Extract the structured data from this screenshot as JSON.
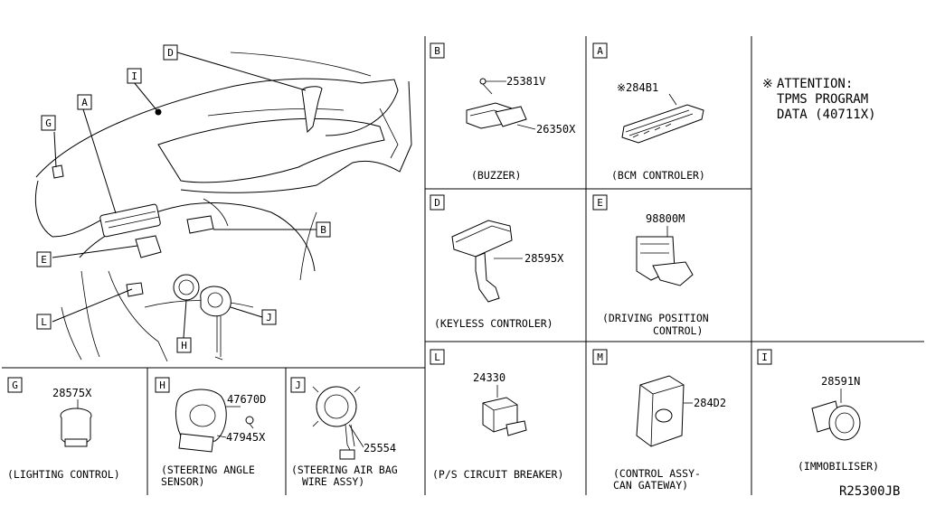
{
  "diagram_code": "R25300JB",
  "attention": {
    "mark": "※",
    "line1": "ATTENTION:",
    "line2": "TPMS PROGRAM",
    "line3": "DATA (40711X)"
  },
  "overview_labels": {
    "D": "D",
    "I": "I",
    "G": "G",
    "A": "A",
    "B": "B",
    "E": "E",
    "L": "L",
    "H": "H",
    "J": "J"
  },
  "panels": {
    "B": {
      "letter": "B",
      "parts": [
        "25381V",
        "26350X"
      ],
      "caption": "(BUZZER)"
    },
    "A": {
      "letter": "A",
      "parts": [
        "※284B1"
      ],
      "caption": "(BCM CONTROLER)"
    },
    "D": {
      "letter": "D",
      "parts": [
        "28595X"
      ],
      "caption": "(KEYLESS CONTROLER)"
    },
    "E": {
      "letter": "E",
      "parts": [
        "98800M"
      ],
      "caption_line1": "(DRIVING POSITION",
      "caption_line2": "CONTROL)"
    },
    "G": {
      "letter": "G",
      "parts": [
        "28575X"
      ],
      "caption": "(LIGHTING CONTROL)"
    },
    "H": {
      "letter": "H",
      "parts": [
        "47670D",
        "47945X"
      ],
      "caption_line1": "(STEERING ANGLE",
      "caption_line2": "SENSOR)"
    },
    "J": {
      "letter": "J",
      "parts": [
        "25554"
      ],
      "caption_line1": "(STEERING AIR BAG",
      "caption_line2": "WIRE ASSY)"
    },
    "L": {
      "letter": "L",
      "parts": [
        "24330"
      ],
      "caption": "(P/S CIRCUIT BREAKER)"
    },
    "M": {
      "letter": "M",
      "parts": [
        "284D2"
      ],
      "caption_line1": "(CONTROL ASSY-",
      "caption_line2": "CAN GATEWAY)"
    },
    "I": {
      "letter": "I",
      "parts": [
        "28591N"
      ],
      "caption": "(IMMOBILISER)"
    }
  }
}
